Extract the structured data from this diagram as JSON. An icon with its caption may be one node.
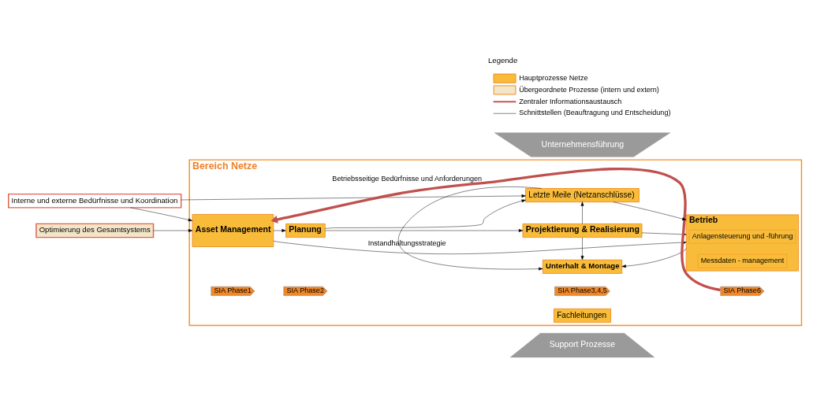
{
  "diagram": {
    "nodes": [
      {
        "text": [
          "Unternehmensführung"
        ]
      },
      {
        "text": [
          "Bereich Netze"
        ]
      },
      {
        "text": [
          "Optimierung des Gesamtsystems"
        ]
      },
      {
        "text": [
          "Interne und externe Bedürfnisse und Koordination"
        ]
      },
      {
        "text": [
          "Asset Management"
        ],
        "in": 1
      },
      {
        "text": [
          "SIA Phase1"
        ],
        "in": 1
      },
      {
        "text": [
          "Planung"
        ],
        "in": 1
      },
      {
        "text": [
          "SIA Phase2"
        ],
        "in": 1
      },
      {
        "text": [
          "Projektierung & Realisierung"
        ],
        "in": 1
      },
      {
        "text": [
          "SIA Phase3,4,5"
        ],
        "in": 1
      },
      {
        "text": [
          "Betrieb"
        ],
        "in": 1
      },
      {
        "text": [
          "SIA Phase6"
        ],
        "in": 1
      },
      {
        "text": [
          "Anlagensteuerung und -führung"
        ],
        "in": 10
      },
      {
        "text": [
          "Messdaten - management"
        ],
        "in": 10
      },
      {
        "text": [
          "Unterhalt & Montage"
        ],
        "in": 1
      },
      {
        "text": [
          "Letzte Meile (Netzanschlüsse)"
        ],
        "in": 1
      },
      {
        "text": [
          "Fachleitungen"
        ],
        "in": 1
      },
      {
        "text": [
          "Support Prozesse"
        ]
      }
    ],
    "edges": [
      {
        "from": 11,
        "to": 4,
        "arrow": "to",
        "label": "Betriebsseitige Bedürfnisse und Anforderungen",
        "style": "thick",
        "color": "#c0504d"
      },
      {
        "from": 4,
        "to": 10,
        "arrow": "to",
        "label": "Instandhaltungsstrategie"
      },
      {
        "from": 2,
        "to": 4,
        "arrow": "to"
      },
      {
        "from": 3,
        "to": 4,
        "arrow": "to"
      },
      {
        "from": 3,
        "to": 15,
        "arrow": "to"
      },
      {
        "from": 4,
        "to": 6,
        "arrow": "to"
      },
      {
        "from": 6,
        "to": 8,
        "arrow": "to"
      },
      {
        "from": 8,
        "to": 10,
        "arrow": "to"
      },
      {
        "from": 6,
        "to": 15,
        "arrow": "to"
      },
      {
        "from": 8,
        "to": 14,
        "arrow": "to"
      },
      {
        "from": 8,
        "to": 15,
        "arrow": "to"
      },
      {
        "from": 10,
        "to": 14,
        "arrow": "to"
      },
      {
        "from": 15,
        "to": 14,
        "arrow": "to"
      },
      {
        "from": 15,
        "to": 10,
        "arrow": "to"
      }
    ],
    "labels": [
      "Legende"
    ],
    "legend": [
      {
        "text": "Hauptprozesse Netze",
        "color": "#f9bc3a"
      },
      {
        "text": "Übergeordnete Prozesse (intern und extern)",
        "color": "#f3e5c8"
      },
      {
        "text": "Zentraler Informationsaustausch"
      },
      {
        "text": "Schnittstellen (Beauftragung und Entscheidung)"
      }
    ]
  }
}
